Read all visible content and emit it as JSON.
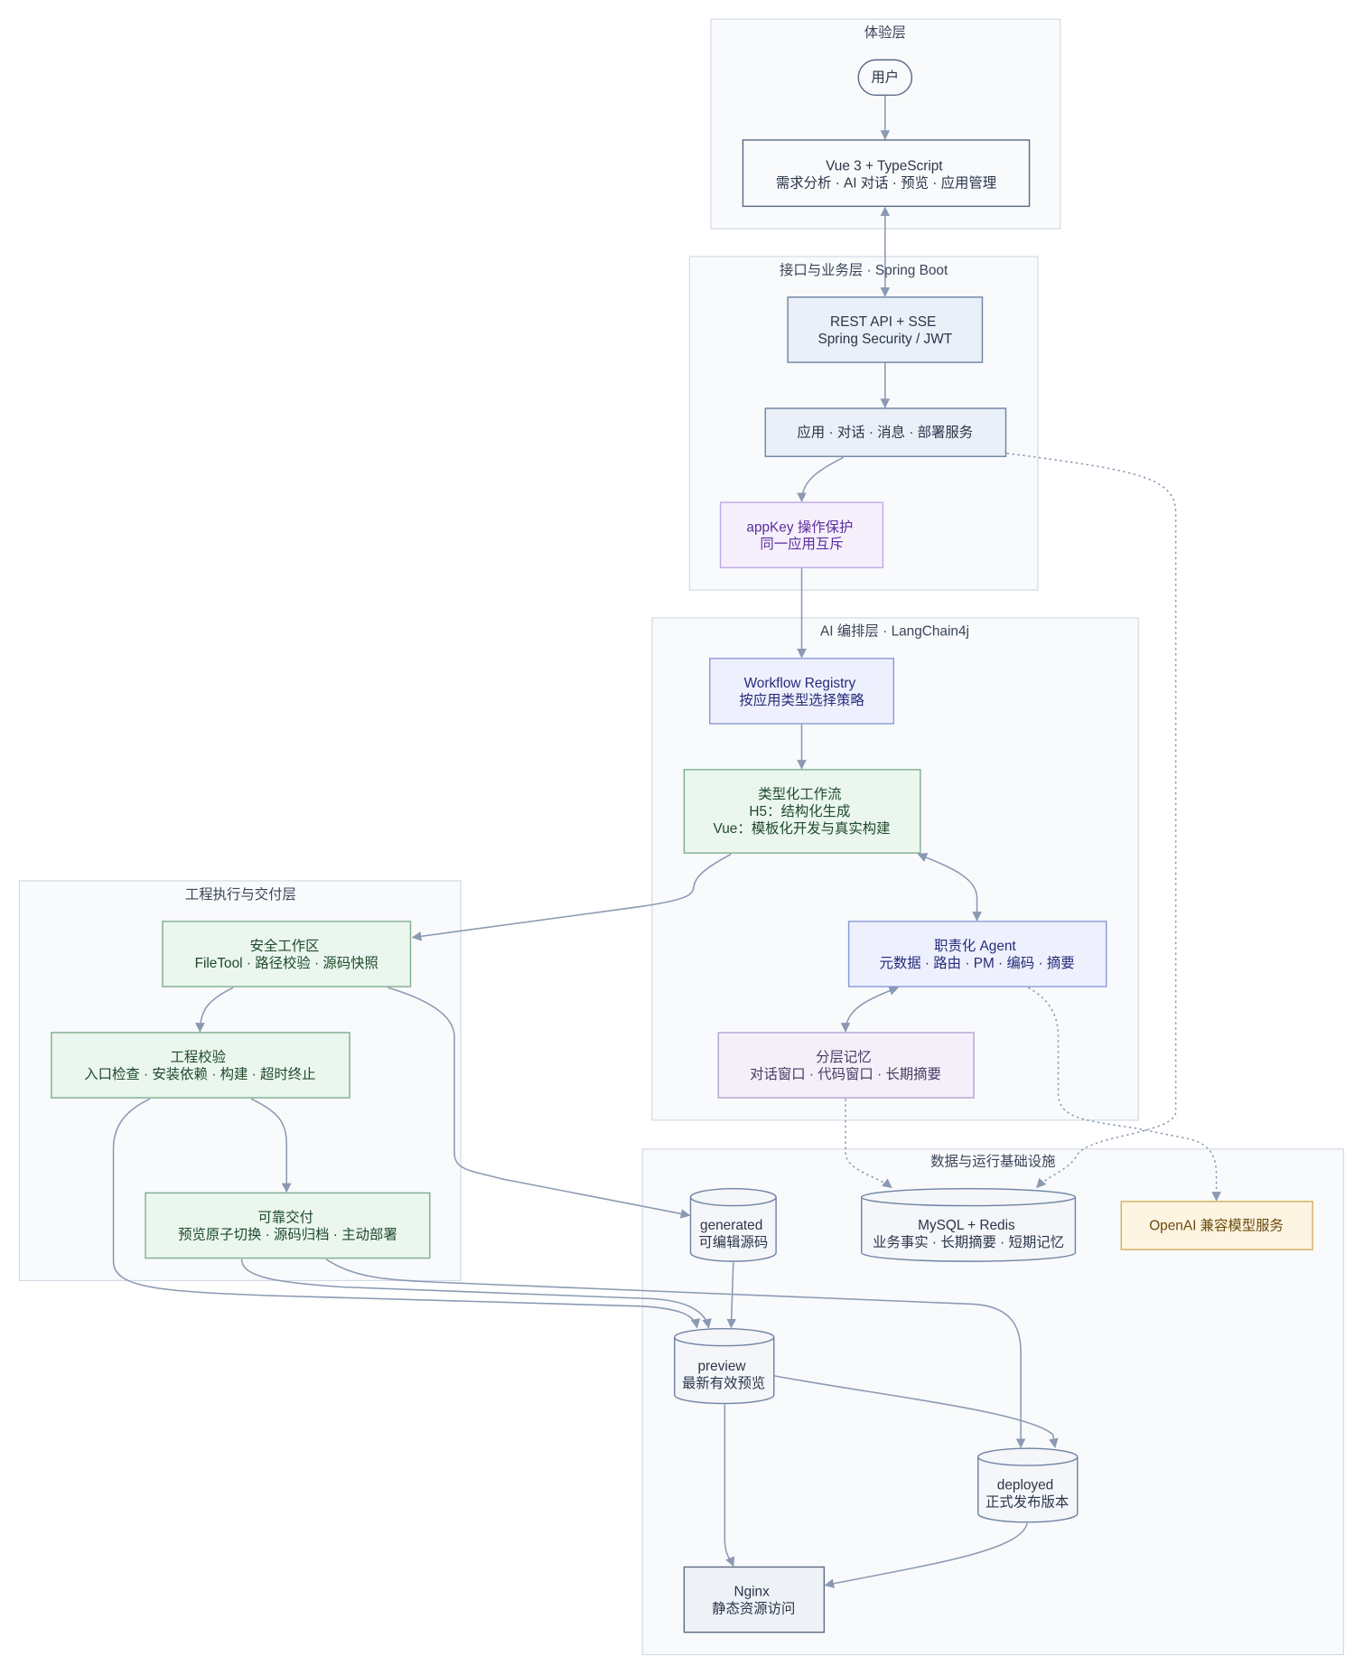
{
  "colors": {
    "edge": "#8b99b2",
    "group_fill": "#f8fafc",
    "group_stroke": "#d3dae5",
    "text": "#2b3548",
    "default_fill": "#f8fafc",
    "default_stroke": "#5d6b84",
    "api_fill": "#e9f0f8",
    "api_stroke": "#6f83a3",
    "guard_fill": "#f6f0fd",
    "guard_stroke": "#c2aaea",
    "guard_text": "#5b2d9d",
    "orchestration_fill": "#eef1fd",
    "orchestration_stroke": "#8b9ad8",
    "orchestration_text": "#262b78",
    "engineering_fill": "#ebf6ef",
    "engineering_stroke": "#80ae8f",
    "engineering_text": "#1e4a2b",
    "memory_fill": "#f4f0fa",
    "memory_stroke": "#b4a4d4",
    "memory_text": "#473a63",
    "storage_fill": "#f4f6fa",
    "storage_stroke": "#6f83a3",
    "model_fill": "#fdf5e2",
    "model_stroke": "#d4ae5b",
    "model_text": "#6b4a0c"
  },
  "diagram": {
    "layers": {
      "experience": {
        "title": "体验层"
      },
      "api_business": {
        "title": "接口与业务层 · Spring Boot"
      },
      "ai_orchestration": {
        "title": "AI 编排层 · LangChain4j"
      },
      "engineering_delivery": {
        "title": "工程执行与交付层"
      },
      "data_infra": {
        "title": "数据与运行基础设施"
      }
    },
    "nodes": {
      "user": {
        "lines": [
          "用户"
        ]
      },
      "frontend": {
        "lines": [
          "Vue 3 + TypeScript",
          "需求分析 · AI 对话 · 预览 · 应用管理"
        ]
      },
      "rest_api": {
        "lines": [
          "REST API + SSE",
          "Spring Security / JWT"
        ]
      },
      "app_services": {
        "lines": [
          "应用 · 对话 · 消息 · 部署服务"
        ]
      },
      "appkey_guard": {
        "lines": [
          "appKey 操作保护",
          "同一应用互斥"
        ]
      },
      "workflow_registry": {
        "lines": [
          "Workflow Registry",
          "按应用类型选择策略"
        ]
      },
      "typed_workflow": {
        "lines": [
          "类型化工作流",
          "H5：结构化生成",
          "Vue：模板化开发与真实构建"
        ]
      },
      "agents": {
        "lines": [
          "职责化 Agent",
          "元数据 · 路由 · PM · 编码 · 摘要"
        ]
      },
      "memory": {
        "lines": [
          "分层记忆",
          "对话窗口 · 代码窗口 · 长期摘要"
        ]
      },
      "secure_workspace": {
        "lines": [
          "安全工作区",
          "FileTool · 路径校验 · 源码快照"
        ]
      },
      "validation": {
        "lines": [
          "工程校验",
          "入口检查 · 安装依赖 · 构建 · 超时终止"
        ]
      },
      "delivery": {
        "lines": [
          "可靠交付",
          "预览原子切换 · 源码归档 · 主动部署"
        ]
      },
      "generated": {
        "lines": [
          "generated",
          "可编辑源码"
        ]
      },
      "mysql_redis": {
        "lines": [
          "MySQL + Redis",
          "业务事实 · 长期摘要 · 短期记忆"
        ]
      },
      "model_service": {
        "lines": [
          "OpenAI 兼容模型服务"
        ]
      },
      "preview": {
        "lines": [
          "preview",
          "最新有效预览"
        ]
      },
      "deployed": {
        "lines": [
          "deployed",
          "正式发布版本"
        ]
      },
      "nginx": {
        "lines": [
          "Nginx",
          "静态资源访问"
        ]
      }
    }
  }
}
